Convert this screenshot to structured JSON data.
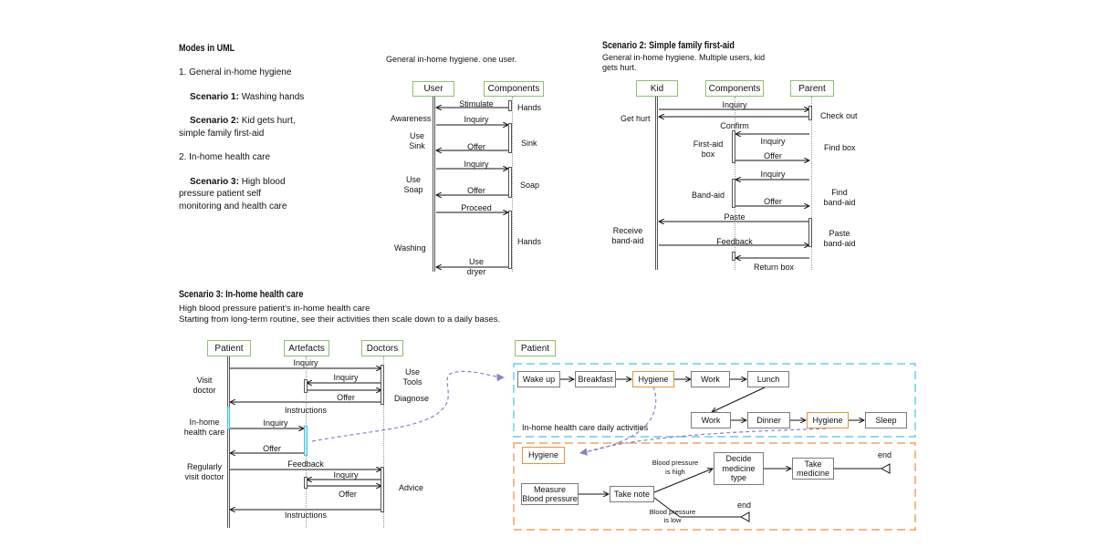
{
  "modes": {
    "title": "Modes in UML",
    "item1": "1. General in-home hygiene",
    "s1_bold": "Scenario 1:",
    "s1_text": " Washing hands",
    "s2_bold": "Scenario 2:",
    "s2_text": " Kid gets hurt,",
    "s2_line2": "simple family first-aid",
    "item2": "2. In-home health care",
    "s3_bold": "Scenario 3:",
    "s3_text": " High blood",
    "s3_line2": "pressure patient self",
    "s3_line3": "monitoring and health care"
  },
  "s1": {
    "subtitle": "General in-home hygiene. one user.",
    "actors": [
      "User",
      "Components"
    ],
    "messages": [
      "Stimulate",
      "Inquiry",
      "Offer",
      "Inquiry",
      "Offer",
      "Proceed",
      "Use",
      "dryer"
    ],
    "left_labels": [
      "Awareness",
      "Use",
      "Sink",
      "Use",
      "Soap",
      "Washing"
    ],
    "right_labels": [
      "Hands",
      "Sink",
      "Soap",
      "Hands"
    ]
  },
  "s2": {
    "title": "Scenario 2: Simple family first-aid",
    "subtitle1": "General in-home hygiene. Multiple users, kid",
    "subtitle2": "gets hurt.",
    "actors": [
      "Kid",
      "Components",
      "Parent"
    ],
    "messages": [
      "Inquiry",
      "Confirm",
      "Inquiry",
      "Offer",
      "Inquiry",
      "Offer",
      "Paste",
      "Feedback",
      "Return box"
    ],
    "left_labels": [
      "Get hurt",
      "First-aid",
      "box",
      "Band-aid",
      "Receive",
      "band-aid"
    ],
    "right_labels": [
      "Check out",
      "Find box",
      "Find",
      "band-aid",
      "Paste",
      "band-aid"
    ]
  },
  "s3": {
    "title": "Scenario 3: In-home health care",
    "subtitle1": "High blood pressure patient's in-home health care",
    "subtitle2": "Starting from long-term routine, see their activities then scale down to a daily bases.",
    "actors": [
      "Patient",
      "Artefacts",
      "Doctors"
    ],
    "messages": [
      "Inquiry",
      "Inquiry",
      "Offer",
      "Instructions",
      "Inquiry",
      "Offer",
      "Feedback",
      "Inquiry",
      "Offer",
      "Instructions"
    ],
    "left_labels": [
      "Visit",
      "doctor",
      "In-home",
      "health  care",
      "Regularly",
      "visit doctor"
    ],
    "right_labels": [
      "Use",
      "Tools",
      "Diagnose",
      "Advice"
    ]
  },
  "daily": {
    "actor": "Patient",
    "row1": [
      "Wake up",
      "Breakfast",
      "Hygiene",
      "Work",
      "Lunch"
    ],
    "row2": [
      "Work",
      "Dinner",
      "Hygiene",
      "Sleep"
    ],
    "caption": "In-home health care daily activities"
  },
  "hygiene_flow": {
    "start": "Hygiene",
    "measure": [
      "Measure",
      "Blood pressure"
    ],
    "take_note": "Take note",
    "decide": [
      "Decide",
      "medicine",
      "type"
    ],
    "take_medicine": [
      "Take",
      "medicine"
    ],
    "high_label": [
      "Blood pressure",
      "is high"
    ],
    "low_label": [
      "Blood pressure",
      "is low"
    ],
    "end1": "end",
    "end2": "end"
  },
  "colors": {
    "actor_border": "#8dc06b",
    "orange": "#e8903c",
    "cyan": "#40c8e0",
    "purple": "#8d7fc2"
  }
}
